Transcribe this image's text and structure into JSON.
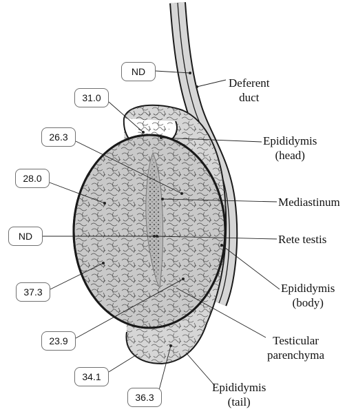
{
  "values": {
    "deferent_duct": "ND",
    "epididymis_head": "31.0",
    "upper_parenchyma": "26.3",
    "left_parenchyma": "28.0",
    "rete_testis": "ND",
    "lower_left_parenchyma": "37.3",
    "lower_parenchyma": "23.9",
    "epididymis_tail_a": "34.1",
    "epididymis_tail_b": "36.3"
  },
  "labels": {
    "deferent_duct": [
      "Deferent",
      "duct"
    ],
    "epididymis_head": [
      "Epididymis",
      "(head)"
    ],
    "mediastinum": "Mediastinum",
    "rete_testis": "Rete testis",
    "epididymis_body": [
      "Epididymis",
      "(body)"
    ],
    "testicular_parenchyma": [
      "Testicular",
      "parenchyma"
    ],
    "epididymis_tail": [
      "Epididymis",
      "(tail)"
    ]
  },
  "colors": {
    "parenchyma_fill": "#c9c9c9",
    "duct_fill": "#d6d6d6",
    "mediastinum_fill": "#b8b8b8",
    "outline": "#1a1a1a"
  }
}
